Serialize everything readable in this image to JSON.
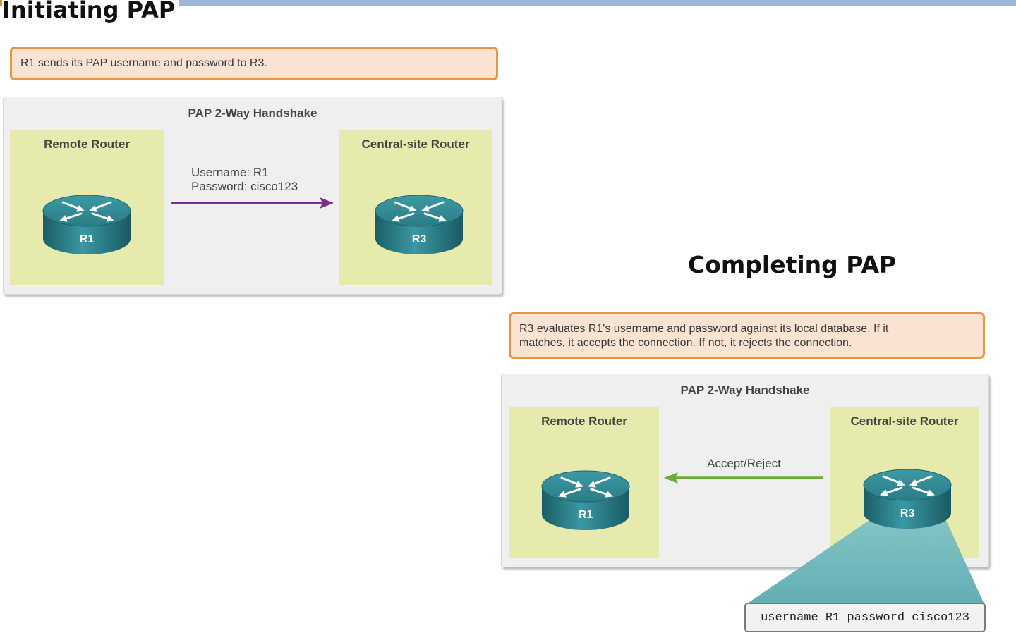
{
  "slide1": {
    "title": "Initiating PAP",
    "callout": "R1 sends its PAP username and password to R3.",
    "panel_title": "PAP 2-Way Handshake",
    "left_label": "Remote Router",
    "right_label": "Central-site Router",
    "left_router": "R1",
    "right_router": "R3",
    "msg_line1": "Username: R1",
    "msg_line2": "Password: cisco123",
    "arrow_color": "#7b2d8e"
  },
  "slide2": {
    "title": "Completing PAP",
    "callout_line1": "R3 evaluates R1's username and password against its local database. If it",
    "callout_line2": "matches, it accepts the connection. If not, it rejects the connection.",
    "panel_title": "PAP 2-Way Handshake",
    "left_label": "Remote Router",
    "right_label": "Central-site Router",
    "left_router": "R1",
    "right_router": "R3",
    "msg": "Accept/Reject",
    "arrow_color": "#6aab3c",
    "command": "username R1 password cisco123"
  },
  "icons": {
    "router": "router-icon"
  },
  "colors": {
    "callout_fill": "#fbe3d4",
    "callout_border": "#e8963f",
    "router_zone": "#e6eaad",
    "router_body": "#2c7d87"
  }
}
